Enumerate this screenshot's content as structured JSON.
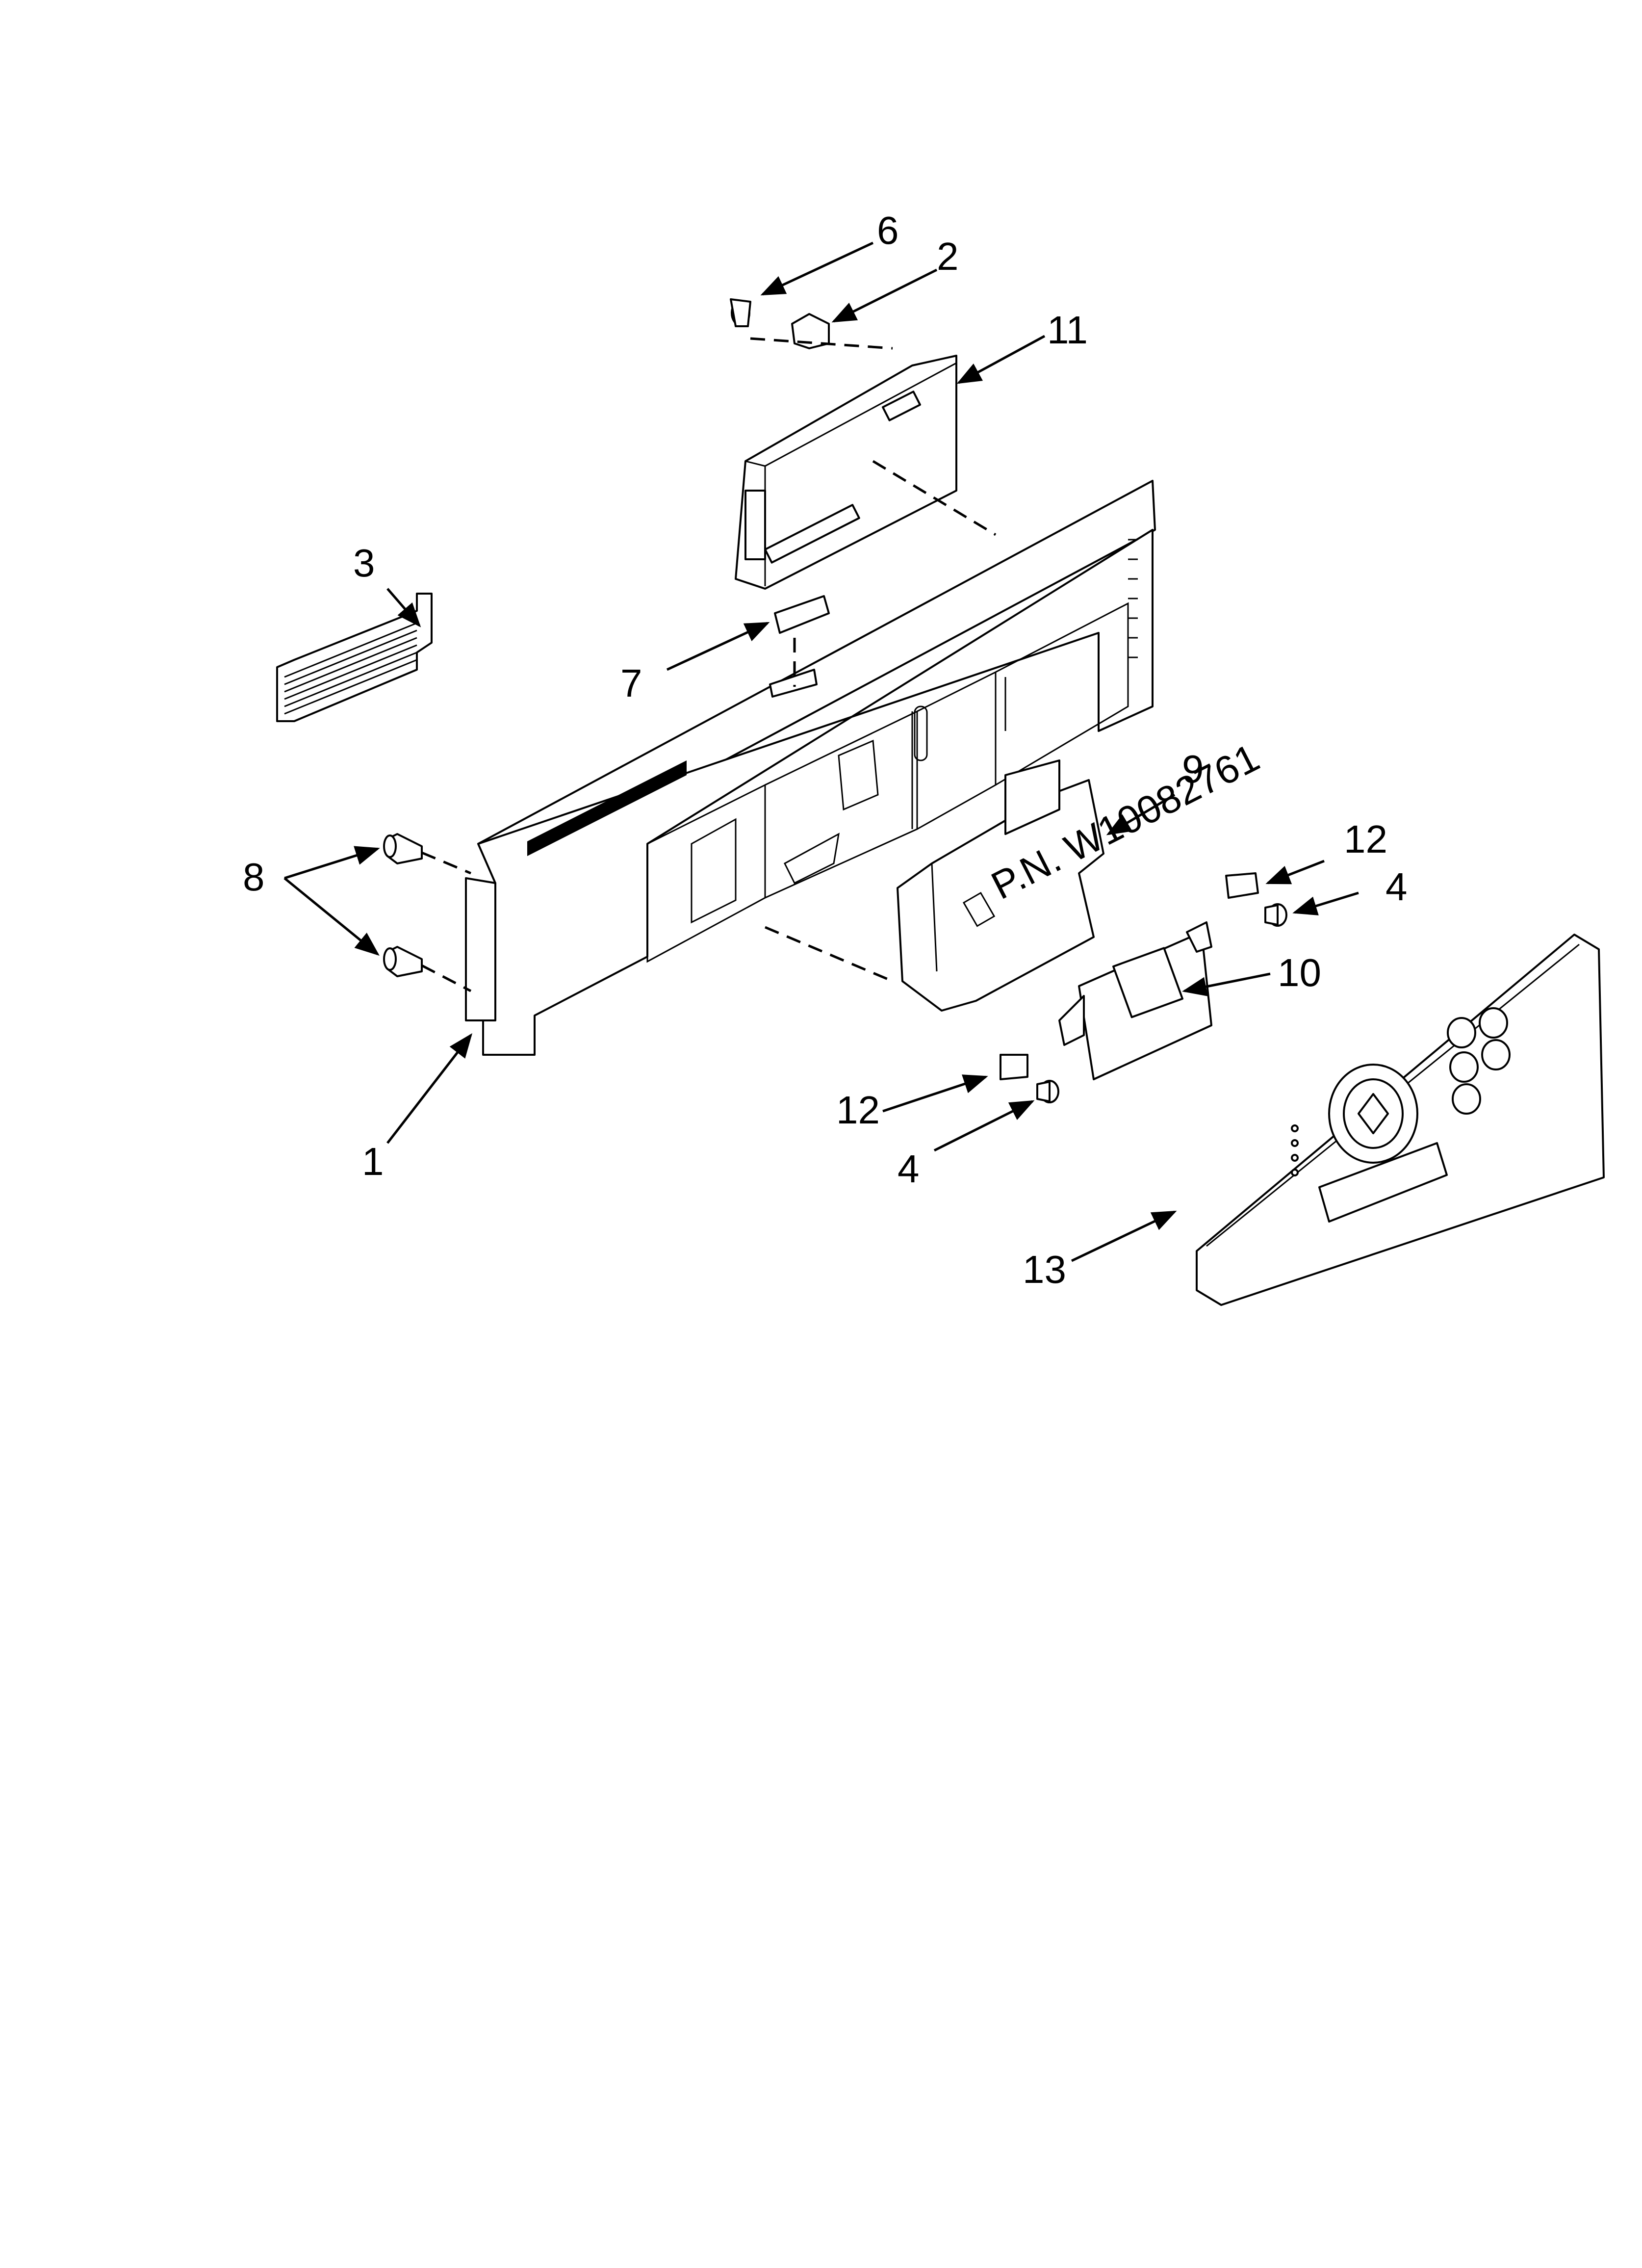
{
  "diagram": {
    "callouts": [
      {
        "id": "c6",
        "text": "6"
      },
      {
        "id": "c2",
        "text": "2"
      },
      {
        "id": "c11",
        "text": "11"
      },
      {
        "id": "c3",
        "text": "3"
      },
      {
        "id": "c7",
        "text": "7"
      },
      {
        "id": "c9",
        "text": "9"
      },
      {
        "id": "c8",
        "text": "8"
      },
      {
        "id": "c12a",
        "text": "12"
      },
      {
        "id": "c4a",
        "text": "4"
      },
      {
        "id": "c10",
        "text": "10"
      },
      {
        "id": "c12b",
        "text": "12"
      },
      {
        "id": "c4b",
        "text": "4"
      },
      {
        "id": "c1",
        "text": "1"
      },
      {
        "id": "c13",
        "text": "13"
      }
    ],
    "stamp_text": "P.N. W10082761"
  }
}
